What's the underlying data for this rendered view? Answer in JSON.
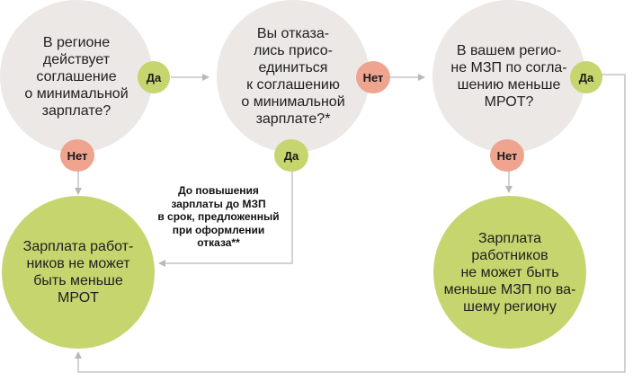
{
  "nodes": {
    "q1": "В регионе\nдействует\nсоглашение\nо минимальной\nзарплате?",
    "q2": "Вы отказа-\nлись присо-\nединиться\nк соглашению\nо минимальной\nзарплате?*",
    "q3": "В вашем регио-\nне МЗП по согла-\nшению меньше\nМРОТ?",
    "r1": "Зарплата работ-\nников не может\nбыть меньше\nМРОТ",
    "r2": "Зарплата\nработников\nне может быть\nменьше МЗП по ва-\nшему региону"
  },
  "badges": {
    "yes": "Да",
    "no": "Нет"
  },
  "note": "До повышения\nзарплаты до МЗП\nв срок, предложенный\nпри оформлении\nотказа**",
  "colors": {
    "question": "#ebe8e6",
    "result": "#c6d56e",
    "yes_badge": "#c6d56e",
    "no_badge": "#eea48f",
    "connector": "#b9b9b9"
  }
}
